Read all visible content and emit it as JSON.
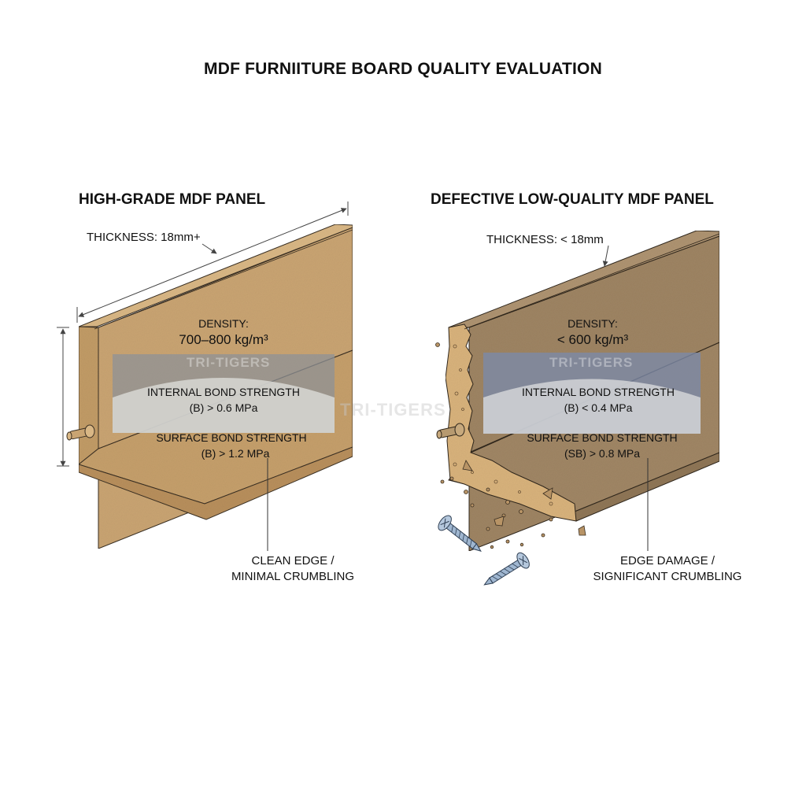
{
  "title": "MDF FURNIITURE BOARD QUALITY EVALUATION",
  "watermark": "TRI-TIGERS",
  "colors": {
    "good_panel": "#c9a472",
    "bad_panel": "#9e8463",
    "good_band": "#8f9498",
    "bad_band": "#7e8ba8",
    "screw": "#9fb6d0"
  },
  "left_panel": {
    "heading": "HIGH-GRADE MDF PANEL",
    "thickness_label": "THICKNESS: 18mm+",
    "density_label": "DENSITY:",
    "density_value": "700–800 kg/m³",
    "internal_bond_label": "INTERNAL BOND STRENGTH",
    "internal_bond_value": "(B) > 0.6 MPa",
    "surface_bond_label": "SURFACE BOND STRENGTH",
    "surface_bond_value": "(B) > 1.2 MPa",
    "caption_line1": "CLEAN EDGE /",
    "caption_line2": "MINIMAL CRUMBLING"
  },
  "right_panel": {
    "heading": "DEFECTIVE LOW-QUALITY MDF PANEL",
    "thickness_label": "THICKNESS: < 18mm",
    "density_label": "DENSITY:",
    "density_value": "< 600 kg/m³",
    "internal_bond_label": "INTERNAL BOND STRENGTH",
    "internal_bond_value": "(B) < 0.4 MPa",
    "surface_bond_label": "SURFACE BOND STRENGTH",
    "surface_bond_value": "(SB) > 0.8 MPa",
    "caption_line1": "EDGE DAMAGE /",
    "caption_line2": "SIGNIFICANT CRUMBLING"
  }
}
